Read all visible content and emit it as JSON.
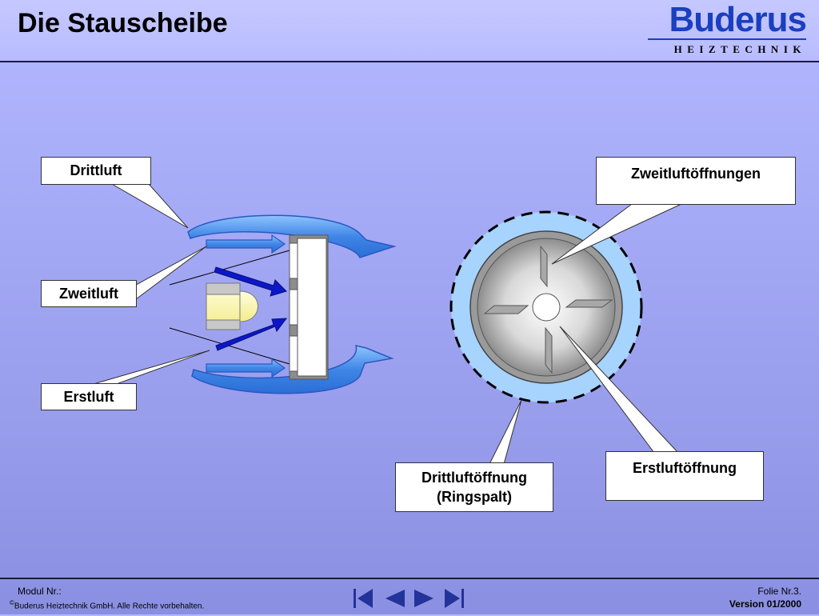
{
  "header": {
    "title": "Die Stauscheibe",
    "logo": {
      "word": "Buderus",
      "subline": "HEIZTECHNIK",
      "color": "#1a3fbf"
    }
  },
  "callouts": {
    "drittluft": "Drittluft",
    "zweitluft": "Zweitluft",
    "erstluft": "Erstluft",
    "zweitluftoeffnungen": "Zweitluftöffnungen",
    "drittluftoeffnung_line1": "Drittluftöffnung",
    "drittluftoeffnung_line2": "(Ringspalt)",
    "erstluftoeffnung": "Erstluftöffnung"
  },
  "footer": {
    "modul": "Modul Nr.:",
    "copyright_symbol": "©",
    "copyright": "Buderus Heiztechnik GmbH. Alle Rechte vorbehalten.",
    "folie": "Folie Nr.3.",
    "version": "Version 01/2000"
  },
  "nav": [
    {
      "name": "first-slide-button",
      "icon": "skip-first-icon"
    },
    {
      "name": "previous-slide-button",
      "icon": "triangle-left-icon"
    },
    {
      "name": "next-slide-button",
      "icon": "triangle-right-icon"
    },
    {
      "name": "last-slide-button",
      "icon": "skip-last-icon"
    }
  ],
  "colors": {
    "arrow_light": "#4d8fe8",
    "arrow_dark": "#0c17c8",
    "ring_light": "#a7d3ff",
    "disc_gray": "#909090",
    "nozzle_yellow": "#fffbb0"
  }
}
